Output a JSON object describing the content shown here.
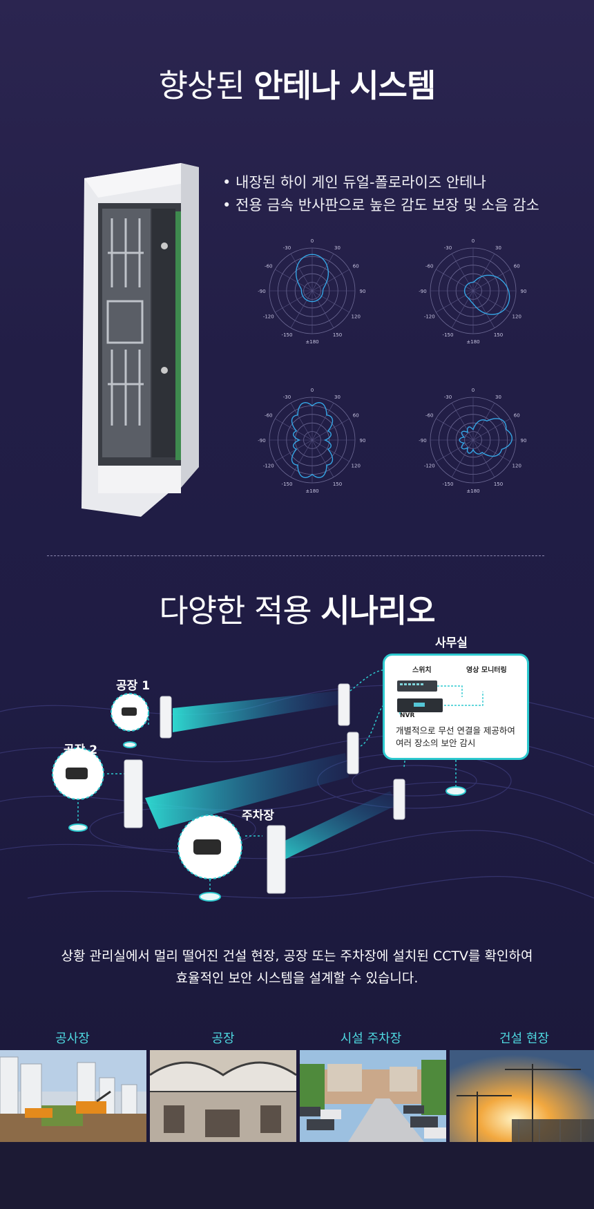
{
  "antenna_section": {
    "title_light": "향상된",
    "title_bold": "안테나 시스템",
    "bullets": [
      "• 내장된 하이 게인 듀얼-폴로라이즈  안테나",
      "• 전용 금속 반사판으로 높은 감도 보장 및 소음 감소"
    ],
    "polar_angle_labels": [
      "0",
      "30",
      "60",
      "90",
      "120",
      "150",
      "±180",
      "-150",
      "-120",
      "-90",
      "-60",
      "-30"
    ]
  },
  "scenario_section": {
    "title_light": "다양한 적용",
    "title_bold": "시나리오",
    "office": {
      "label": "사무실",
      "switch_label": "스위치",
      "monitor_label": "영상 모니터링",
      "nvr_label": "NVR",
      "caption_line1": "개별적으로 무선 연결을 제공하여",
      "caption_line2": "여러 장소의 보안 감시"
    },
    "sites": {
      "factory1": "공장 1",
      "factory2": "공장 2",
      "parking": "주차장"
    },
    "description_line1": "상황 관리실에서 멀리 떨어진 건설 현장, 공장 또는 주차장에 설치된 CCTV를 확인하여",
    "description_line2": "효율적인 보안 시스템을 설계할 수 있습니다."
  },
  "places": [
    {
      "label": "공사장"
    },
    {
      "label": "공장"
    },
    {
      "label": "시설 주차장"
    },
    {
      "label": "건설 현장"
    }
  ],
  "colors": {
    "accent_cyan": "#2dc9cf",
    "label_cyan": "#4fd8e0",
    "background": "#1f1c44"
  }
}
